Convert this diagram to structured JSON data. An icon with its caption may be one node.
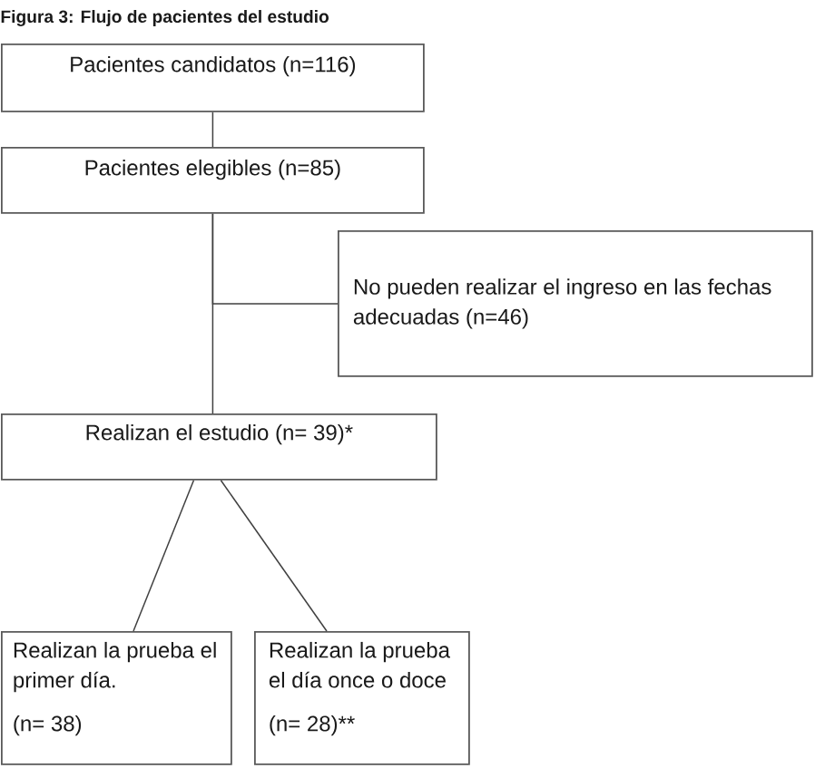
{
  "diagram": {
    "title": "Figura 3: Flujo de pacientes del estudio",
    "nodes": [
      {
        "text": [
          "Pacientes candidatos (n=116)"
        ]
      },
      {
        "text": [
          "Pacientes elegibles (n=85)"
        ]
      },
      {
        "text": [
          "No pueden realizar el ingreso en las fechas adecuadas (n=46)"
        ]
      },
      {
        "text": [
          "Realizan el estudio (n= 39)*"
        ]
      },
      {
        "text": [
          "Realizan la prueba el primer día.",
          "(n= 38)"
        ]
      },
      {
        "text": [
          "Realizan la prueba el día once o doce",
          "(n= 28)**"
        ]
      }
    ],
    "edges": [
      {
        "from": 0,
        "to": 1,
        "arrow": "none"
      },
      {
        "from": 1,
        "to": 3,
        "arrow": "none"
      },
      {
        "from": 1,
        "to": 2,
        "arrow": "none"
      },
      {
        "from": 3,
        "to": 4,
        "arrow": "none"
      },
      {
        "from": 3,
        "to": 5,
        "arrow": "none"
      }
    ]
  }
}
